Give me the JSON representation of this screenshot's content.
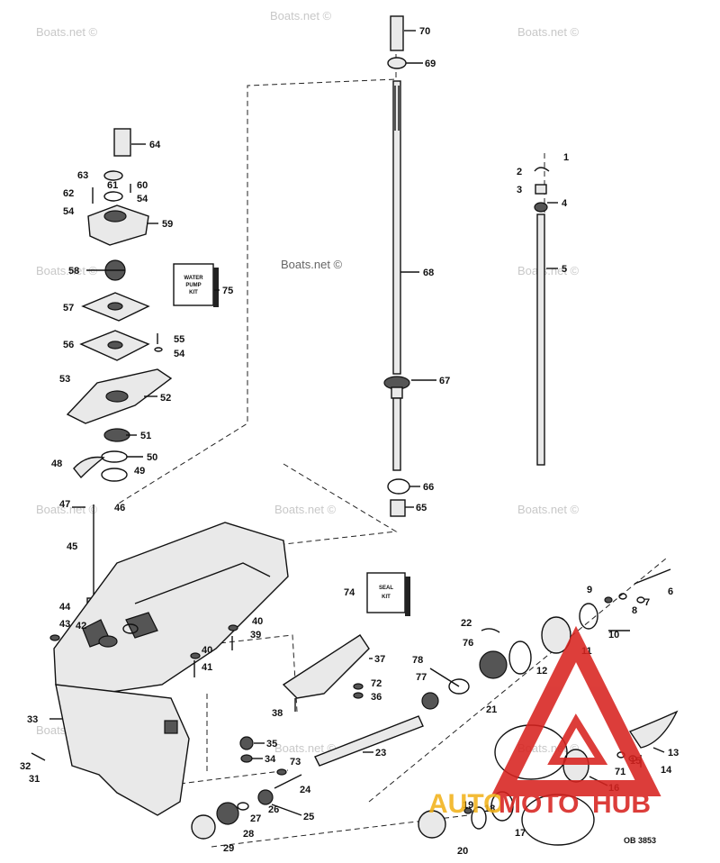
{
  "watermark": "Boats.net ©",
  "diagram_code": "OB 3853",
  "kits": {
    "water_pump": [
      "WATER",
      "PUMP",
      "KIT"
    ],
    "seal": [
      "SEAL",
      "KIT"
    ]
  },
  "logo": {
    "text_a": "AUTO",
    "text_b": "MOTO",
    "text_c": "HUB",
    "red": "#d8231f",
    "yellow": "#f2b21b"
  },
  "labels": {
    "l1": "1",
    "l2": "2",
    "l3": "3",
    "l4": "4",
    "l5": "5",
    "l6": "6",
    "l7": "7",
    "l8": "8",
    "l9": "9",
    "l10": "10",
    "l11": "11",
    "l12": "12",
    "l13": "13",
    "l14": "14",
    "l15": "15",
    "l16": "16",
    "l17": "17",
    "l18": "18",
    "l19": "19",
    "l20": "20",
    "l21": "21",
    "l22": "22",
    "l23": "23",
    "l24": "24",
    "l25": "25",
    "l26": "26",
    "l27": "27",
    "l28": "28",
    "l29": "29",
    "l31": "31",
    "l32": "32",
    "l33": "33",
    "l34": "34",
    "l35": "35",
    "l36": "36",
    "l37": "37",
    "l38": "38",
    "l39": "39",
    "l40a": "40",
    "l40b": "40",
    "l41": "41",
    "l42": "42",
    "l43": "43",
    "l44": "44",
    "l45": "45",
    "l46": "46",
    "l47": "47",
    "l48": "48",
    "l49": "49",
    "l50": "50",
    "l51": "51",
    "l52": "52",
    "l53": "53",
    "l54a": "54",
    "l54b": "54",
    "l54c": "54",
    "l55": "55",
    "l56": "56",
    "l57": "57",
    "l58": "58",
    "l59": "59",
    "l60": "60",
    "l61": "61",
    "l62": "62",
    "l63": "63",
    "l64": "64",
    "l65": "65",
    "l66": "66",
    "l67": "67",
    "l68": "68",
    "l69": "69",
    "l70": "70",
    "l71": "71",
    "l72": "72",
    "l73": "73",
    "l74": "74",
    "l75": "75",
    "l76": "76",
    "l77": "77",
    "l78": "78"
  }
}
